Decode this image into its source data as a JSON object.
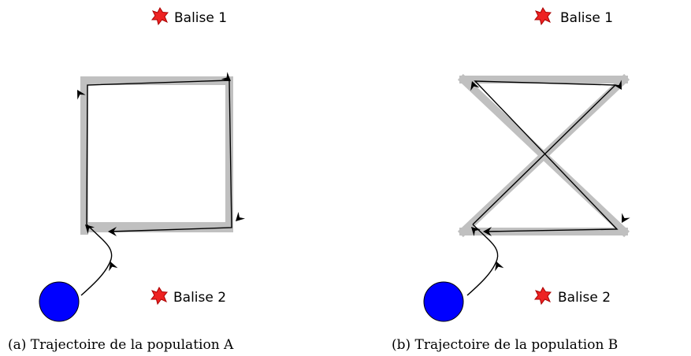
{
  "colors": {
    "path_highlight": "#c0c0c0",
    "trajectory": "#000000",
    "robot": "#0000ff",
    "beacon": "#ee2222"
  },
  "panel_a": {
    "beacon_1": "Balise 1",
    "beacon_2": "Balise 2",
    "caption": "(a) Trajectoire de la population A",
    "shape": "square"
  },
  "panel_b": {
    "beacon_1": "Balise 1",
    "beacon_2": "Balise 2",
    "caption": "(b) Trajectoire de la population B",
    "shape": "hourglass"
  },
  "icons": {
    "robot": "robot-icon",
    "beacon": "beacon-star-icon",
    "arrowhead": "arrowhead-icon"
  }
}
